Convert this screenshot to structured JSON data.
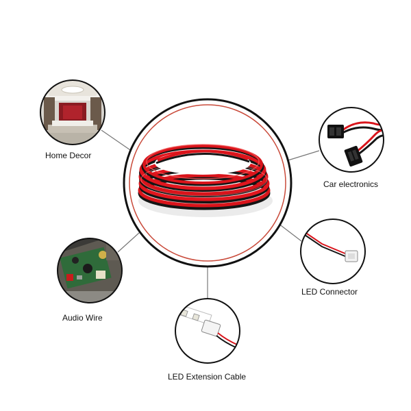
{
  "labels": {
    "home_decor": "Home Decor",
    "car_electronics": "Car electronics",
    "audio_wire": "Audio Wire",
    "led_connector": "LED Connector",
    "led_extension_cable": "LED Extension Cable"
  },
  "colors": {
    "wire_red": "#d9141b",
    "wire_black": "#151515",
    "outer_ring": "#111111",
    "inner_ring": "#c94a3a",
    "connector_line": "#777777"
  }
}
